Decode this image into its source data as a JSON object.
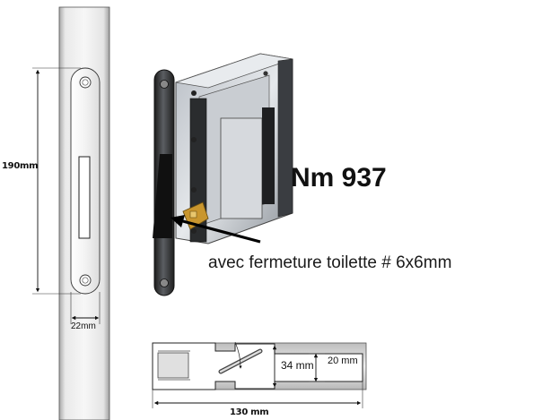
{
  "model_label": "Nm 937",
  "caption": "avec fermeture toilette # 6x6mm",
  "dimensions": {
    "faceplate_height": "190mm",
    "faceplate_width": "22mm",
    "door_thickness": "34 mm",
    "slot_width": "20 mm",
    "overall_width": "130 mm"
  },
  "colors": {
    "metal_dark": "#2b2b2b",
    "metal_mid": "#8a8f96",
    "metal_light": "#d9dde2",
    "brass": "#c9962e",
    "line": "#111111"
  }
}
